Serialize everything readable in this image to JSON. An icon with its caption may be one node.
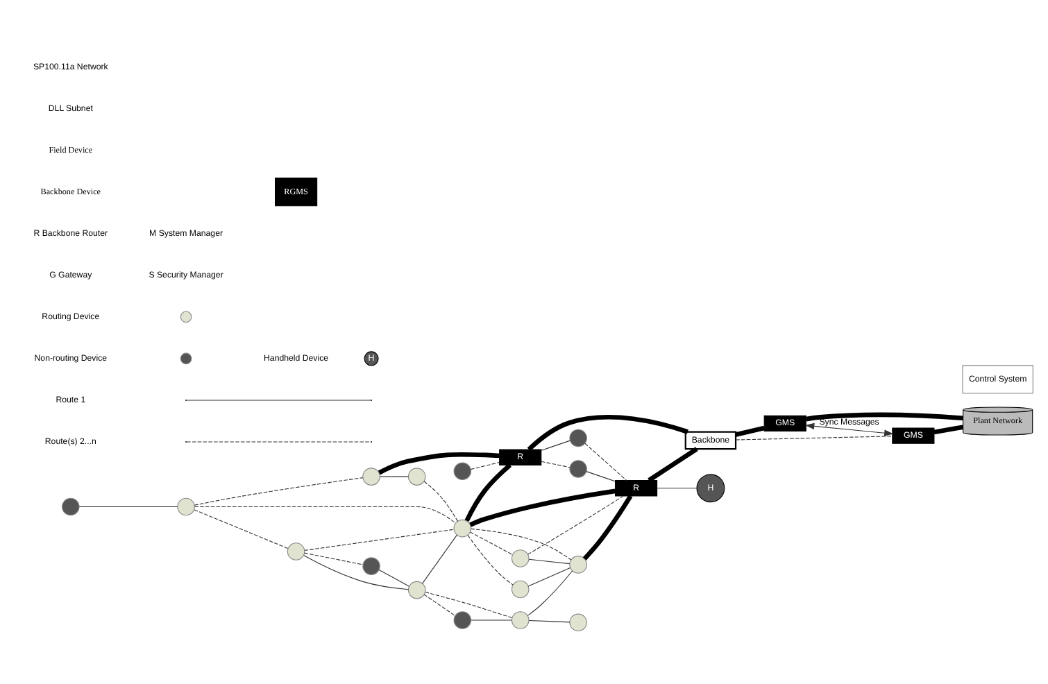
{
  "diagram": {
    "nodes": [
      {
        "text": [],
        "shape": "circle"
      },
      {
        "text": [],
        "shape": "circle"
      },
      {
        "text": [],
        "shape": "circle"
      },
      {
        "text": [],
        "shape": "circle"
      },
      {
        "text": [],
        "shape": "circle"
      },
      {
        "text": [
          "R"
        ]
      },
      {
        "text": [],
        "shape": "circle"
      },
      {
        "text": [],
        "shape": "circle"
      },
      {
        "text": [],
        "shape": "circle"
      },
      {
        "text": [],
        "shape": "circle"
      },
      {
        "text": [],
        "shape": "circle"
      },
      {
        "text": [],
        "shape": "circle"
      },
      {
        "text": [],
        "shape": "circle"
      },
      {
        "text": [],
        "shape": "circle"
      },
      {
        "text": [
          "R"
        ]
      },
      {
        "text": [],
        "shape": "circle"
      },
      {
        "text": [],
        "shape": "circle"
      },
      {
        "text": [
          "H"
        ]
      },
      {
        "text": [],
        "shape": "circle"
      },
      {
        "text": [],
        "shape": "circle"
      },
      {
        "text": [
          "Backbone"
        ]
      },
      {
        "text": [
          "GMS"
        ]
      },
      {
        "text": [
          "GMS"
        ]
      },
      {
        "text": [
          "Plant Network"
        ]
      },
      {
        "text": [
          "Control System"
        ]
      }
    ],
    "edges": [
      {
        "from": 0,
        "to": 2,
        "arrow": "none"
      },
      {
        "from": 2,
        "to": 1,
        "arrow": "none",
        "style": "dashed"
      },
      {
        "from": 2,
        "to": 6,
        "arrow": "none",
        "style": "dashed"
      },
      {
        "from": 2,
        "to": 10,
        "arrow": "none",
        "style": "dashed"
      },
      {
        "from": 1,
        "to": 3,
        "arrow": "none"
      },
      {
        "from": 1,
        "to": 5,
        "arrow": "none",
        "style": "thick"
      },
      {
        "from": 3,
        "to": 10,
        "arrow": "none",
        "style": "dashed"
      },
      {
        "from": 4,
        "to": 5,
        "arrow": "none",
        "style": "dashed"
      },
      {
        "from": 6,
        "to": 7,
        "arrow": "none",
        "style": "dashed"
      },
      {
        "from": 6,
        "to": 9,
        "arrow": "none"
      },
      {
        "from": 6,
        "to": 10,
        "arrow": "none",
        "style": "dashed"
      },
      {
        "from": 7,
        "to": 9,
        "arrow": "none"
      },
      {
        "from": 9,
        "to": 10,
        "arrow": "none"
      },
      {
        "from": 10,
        "to": 5,
        "arrow": "none",
        "style": "thick"
      },
      {
        "from": 5,
        "to": 8,
        "arrow": "none"
      },
      {
        "from": 5,
        "to": 11,
        "arrow": "none",
        "style": "dashed"
      },
      {
        "from": 8,
        "to": 14,
        "arrow": "none",
        "style": "dashed"
      },
      {
        "from": 11,
        "to": 14,
        "arrow": "none"
      },
      {
        "from": 10,
        "to": 14,
        "arrow": "none",
        "style": "thick"
      },
      {
        "from": 10,
        "to": 12,
        "arrow": "none",
        "style": "dashed"
      },
      {
        "from": 10,
        "to": 13,
        "arrow": "none",
        "style": "dashed"
      },
      {
        "from": 10,
        "to": 19,
        "arrow": "none",
        "style": "dashed"
      },
      {
        "from": 9,
        "to": 15,
        "arrow": "none",
        "style": "dashed"
      },
      {
        "from": 9,
        "to": 16,
        "arrow": "none",
        "style": "dashed"
      },
      {
        "from": 15,
        "to": 16,
        "arrow": "none"
      },
      {
        "from": 16,
        "to": 18,
        "arrow": "none"
      },
      {
        "from": 16,
        "to": 19,
        "arrow": "none"
      },
      {
        "from": 12,
        "to": 19,
        "arrow": "none"
      },
      {
        "from": 13,
        "to": 19,
        "arrow": "none"
      },
      {
        "from": 13,
        "to": 14,
        "arrow": "none",
        "style": "dashed"
      },
      {
        "from": 19,
        "to": 14,
        "arrow": "none",
        "style": "thick"
      },
      {
        "from": 14,
        "to": 17,
        "arrow": "none"
      },
      {
        "from": 5,
        "to": 20,
        "arrow": "none",
        "style": "thick"
      },
      {
        "from": 14,
        "to": 20,
        "arrow": "none",
        "style": "thick"
      },
      {
        "from": 20,
        "to": 21,
        "arrow": "none",
        "style": "thick"
      },
      {
        "from": 20,
        "to": 22,
        "arrow": "none",
        "style": "dashed"
      },
      {
        "from": 21,
        "to": 23,
        "arrow": "none",
        "style": "thick"
      },
      {
        "from": 22,
        "to": 23,
        "arrow": "none",
        "style": "thick"
      },
      {
        "from": 21,
        "to": 22,
        "arrow": "both",
        "label": "Sync Messages"
      }
    ],
    "labels": [
      "Field Device",
      "Backbone Device",
      "RGMS",
      "R Backbone Router",
      "G Gateway",
      "M System Manager",
      "S Security Manager",
      "H",
      "DLL Subnet",
      "SP100.11a Network"
    ],
    "legend": [
      {
        "text": "Routing Device"
      },
      {
        "text": "Non-routing Device"
      },
      {
        "text": "Handheld Device"
      },
      {
        "text": "Route 1"
      },
      {
        "text": "Route(s) 2...n"
      }
    ]
  }
}
